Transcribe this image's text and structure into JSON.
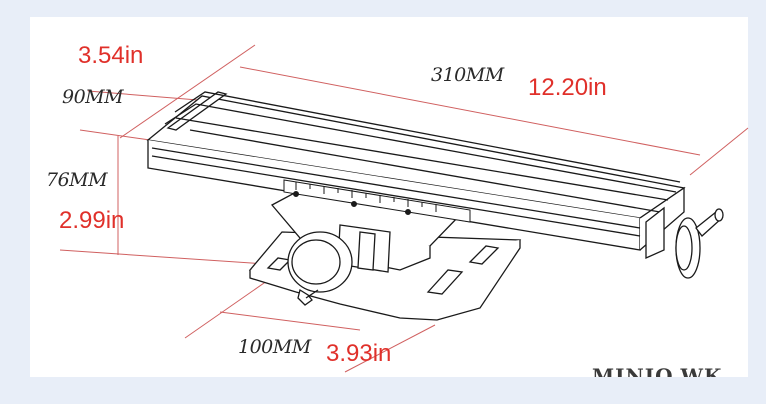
{
  "image": {
    "dimensions_mm": {
      "width": "90MM",
      "length": "310MM",
      "height": "76MM",
      "base": "100MM"
    },
    "dimensions_in": {
      "width": "3.54in",
      "length": "12.20in",
      "height": "2.99in",
      "base": "3.93in"
    },
    "watermark": "MINIQ.WK"
  },
  "colors": {
    "background": "#e8eef8",
    "panel": "#ffffff",
    "line_art": "#1a1a1a",
    "dimension_lines": "#d06060",
    "inch_labels": "#e0302a"
  }
}
